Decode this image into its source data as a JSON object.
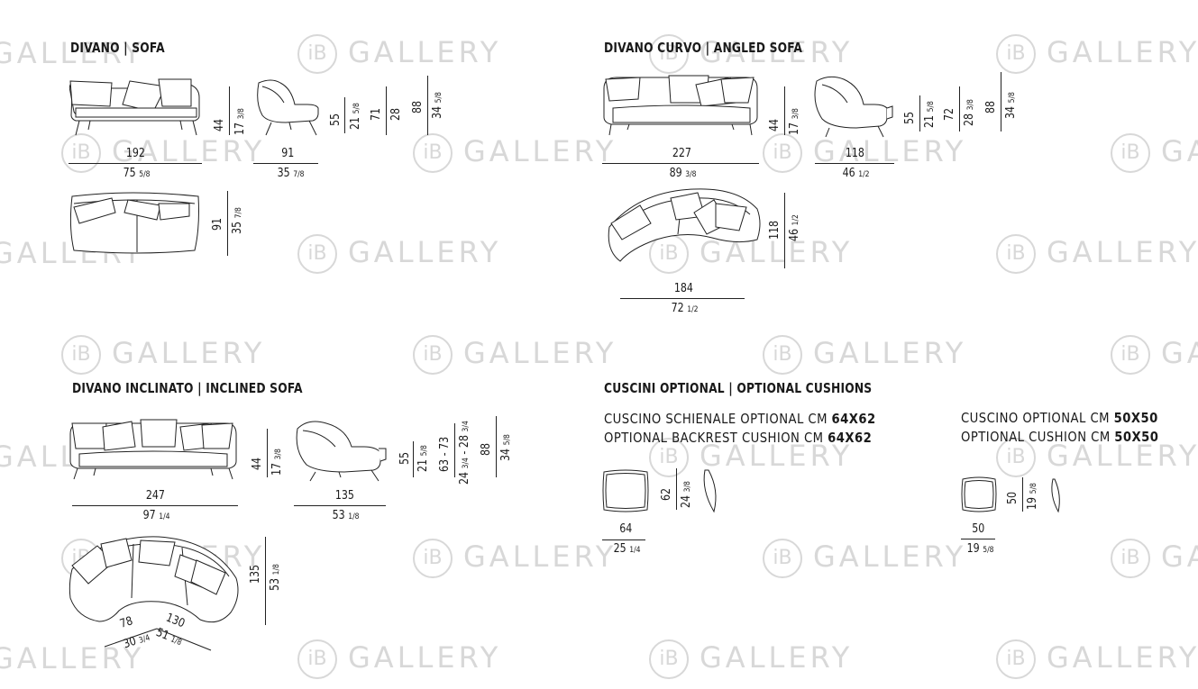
{
  "watermark": {
    "text": "GALLERY",
    "logo": "iB"
  },
  "sections": {
    "sofa": {
      "title": "DIVANO | SOFA"
    },
    "angled": {
      "title": "DIVANO CURVO | ANGLED SOFA"
    },
    "inclined": {
      "title": "DIVANO INCLINATO | INCLINED SOFA"
    },
    "cushions": {
      "title": "CUSCINI OPTIONAL | OPTIONAL CUSHIONS"
    }
  },
  "dims": {
    "sofa_w": "192",
    "sofa_w_in": "75",
    "sofa_w_in_f": "5/8",
    "sofa_d": "91",
    "sofa_d_in": "35",
    "sofa_d_in_f": "7/8",
    "sofa_seat_h": "44",
    "sofa_seat_h_in": "17",
    "sofa_seat_h_in_f": "3/8",
    "sofa_arm_h": "55",
    "sofa_arm_h_in": "21",
    "sofa_arm_h_in_f": "5/8",
    "sofa_back_h": "71",
    "sofa_back_h_in": "28",
    "sofa_tot_h": "88",
    "sofa_tot_h_in": "34",
    "sofa_tot_h_in_f": "5/8",
    "sofa_top_d": "91",
    "sofa_top_d_in": "35",
    "sofa_top_d_in_f": "7/8",
    "ang_w": "227",
    "ang_w_in": "89",
    "ang_w_in_f": "3/8",
    "ang_d": "118",
    "ang_d_in": "46",
    "ang_d_in_f": "1/2",
    "ang_seat_h": "44",
    "ang_seat_h_in": "17",
    "ang_seat_h_in_f": "3/8",
    "ang_arm_h": "55",
    "ang_arm_h_in": "21",
    "ang_arm_h_in_f": "5/8",
    "ang_back_h": "72",
    "ang_back_h_in": "28",
    "ang_back_h_in_f": "3/8",
    "ang_tot_h": "88",
    "ang_tot_h_in": "34",
    "ang_tot_h_in_f": "5/8",
    "ang_top_d": "118",
    "ang_top_d_in": "46",
    "ang_top_d_in_f": "1/2",
    "ang_top_w": "184",
    "ang_top_w_in": "72",
    "ang_top_w_in_f": "1/2",
    "inc_w": "247",
    "inc_w_in": "97",
    "inc_w_in_f": "1/4",
    "inc_d": "135",
    "inc_d_in": "53",
    "inc_d_in_f": "1/8",
    "inc_seat_h": "44",
    "inc_seat_h_in": "17",
    "inc_seat_h_in_f": "3/8",
    "inc_arm_h": "55",
    "inc_arm_h_in": "21",
    "inc_arm_h_in_f": "5/8",
    "inc_back_h": "63 - 73",
    "inc_back_h_in1": "24",
    "inc_back_h_in1_f": "3/4",
    "inc_back_h_in2": "28",
    "inc_back_h_in2_f": "3/4",
    "inc_tot_h": "88",
    "inc_tot_h_in": "34",
    "inc_tot_h_in_f": "5/8",
    "inc_top_d": "135",
    "inc_top_d_in": "53",
    "inc_top_d_in_f": "1/8",
    "inc_top_a": "78",
    "inc_top_a_in": "30",
    "inc_top_a_in_f": "3/4",
    "inc_top_b": "130",
    "inc_top_b_in": "51",
    "inc_top_b_in_f": "1/8",
    "cb_w": "64",
    "cb_w_in": "25",
    "cb_w_in_f": "1/4",
    "cb_h": "62",
    "cb_h_in": "24",
    "cb_h_in_f": "3/8",
    "co_w": "50",
    "co_w_in": "19",
    "co_w_in_f": "5/8",
    "co_h": "50",
    "co_h_in": "19",
    "co_h_in_f": "5/8"
  },
  "cushion_texts": {
    "back_it": "CUSCINO SCHIENALE OPTIONAL CM ",
    "back_it_b": "64X62",
    "back_en": "OPTIONAL BACKREST CUSHION CM ",
    "back_en_b": "64X62",
    "opt_it": "CUSCINO OPTIONAL CM ",
    "opt_it_b": "50X50",
    "opt_en": "OPTIONAL CUSHION CM ",
    "opt_en_b": "50X50"
  }
}
